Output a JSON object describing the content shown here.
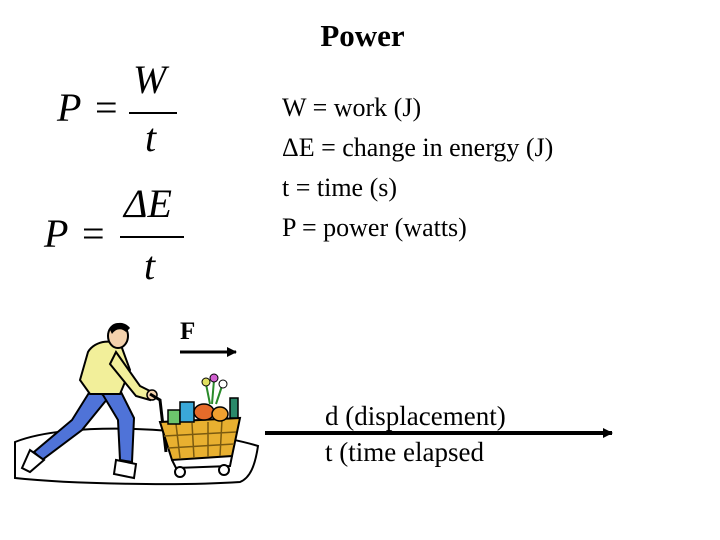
{
  "title": "Power",
  "formulas": {
    "f1": {
      "lhs": "P",
      "eq": "=",
      "num": "W",
      "den": "t"
    },
    "f2": {
      "lhs": "P",
      "eq": "=",
      "num": "ΔE",
      "den": "t"
    }
  },
  "definitions": [
    "W = work (J)",
    "ΔE = change in energy (J)",
    "t = time (s)",
    "P = power (watts)"
  ],
  "force_label": "F",
  "motion": {
    "displacement": "d (displacement)",
    "time": "t (time elapsed"
  },
  "colors": {
    "shirt": "#f2ef9a",
    "pants": "#4f73d8",
    "cart": "#e8b030",
    "skin": "#f4d2ad"
  }
}
